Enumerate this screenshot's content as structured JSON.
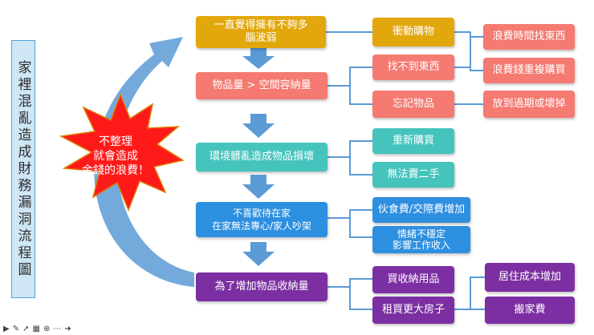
{
  "title": "家裡混亂造成財務漏洞流程圖",
  "burst": {
    "line1": "不整理",
    "line2": "就會造成",
    "line3": "金錢的浪費！"
  },
  "main_flow": [
    "一直覺得擁有不夠多\n腦波弱",
    "物品量 > 空間容納量",
    "環境髒亂造成物品損壞",
    "不喜歡待在家\n在家無法專心/家人吵架",
    "為了增加物品收納量"
  ],
  "branches": {
    "impulse": "衝動購物",
    "cant_find": "找不到東西",
    "forget": "忘記物品",
    "waste_time": "浪費時間找東西",
    "waste_money": "浪費錢重複購買",
    "expired": "放到過期或壞掉",
    "rebuy": "重新購買",
    "cant_sell": "無法賣二手",
    "food_cost": "伙食費/交際費增加",
    "emotion": "情緒不穩定\n影響工作收入",
    "buy_storage": "買收納用品",
    "bigger_house": "租買更大房子",
    "living_cost": "居住成本增加",
    "moving_cost": "搬家費"
  },
  "colors": {
    "gold": "#e2a70c",
    "salmon": "#f47a72",
    "teal": "#45c4bd",
    "blue": "#2d8fe0",
    "purple": "#7c2fa2",
    "arrow": "#5b9bd5",
    "burst": "#ff1a1a"
  },
  "toolbar_icons": [
    "play-icon",
    "pen-icon",
    "pointer-icon",
    "slides-icon",
    "zoom-icon",
    "more-icon",
    "next-icon"
  ]
}
